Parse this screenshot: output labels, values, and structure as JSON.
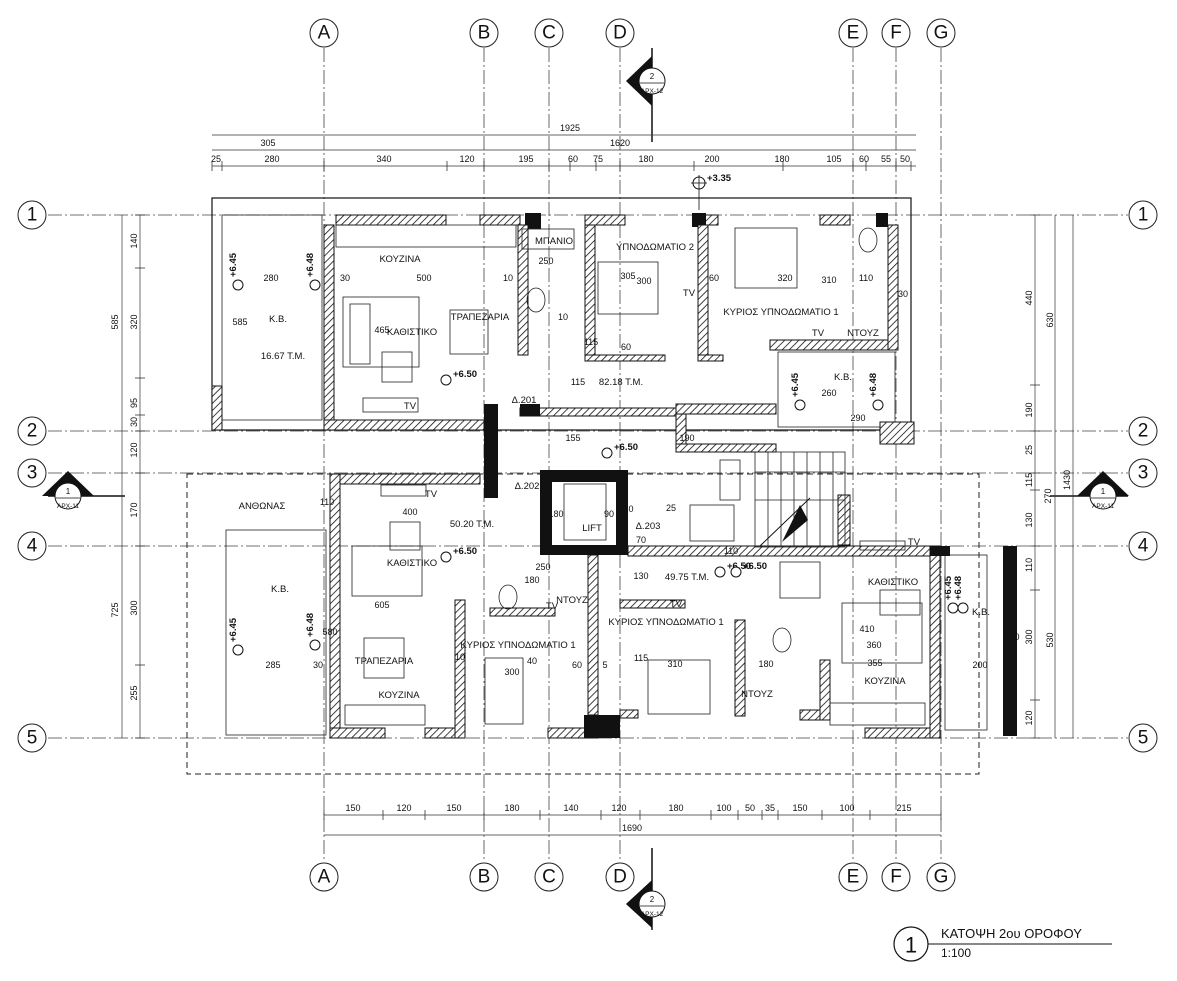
{
  "grid": {
    "columns": [
      "A",
      "B",
      "C",
      "D",
      "E",
      "F",
      "G"
    ],
    "rows": [
      "1",
      "2",
      "3",
      "4",
      "5"
    ]
  },
  "section_marks": [
    {
      "num": "2",
      "ref": "ΑΡΧ-12"
    },
    {
      "num": "2",
      "ref": "ΑΡΧ-12"
    },
    {
      "num": "1",
      "ref": "ΑΡΧ-11"
    },
    {
      "num": "1",
      "ref": "ΑΡΧ-11"
    }
  ],
  "dimensions": {
    "top_total": "1925",
    "top_sub": "1620",
    "top_row1": [
      "305"
    ],
    "top_row2": [
      "25",
      "280",
      "340",
      "120",
      "195",
      "60",
      "75",
      "180",
      "200",
      "180",
      "105",
      "60",
      "55",
      "50"
    ],
    "bottom_row": [
      "150",
      "120",
      "150",
      "180",
      "140",
      "120",
      "180",
      "100",
      "50",
      "35",
      "150",
      "100",
      "215"
    ],
    "bottom_total": "1690",
    "left_outer": [
      "585",
      "725"
    ],
    "left_inner": [
      "140",
      "320",
      "95",
      "30",
      "120",
      "170",
      "300",
      "255"
    ],
    "right_outer": [
      "630",
      "1430",
      "530"
    ],
    "right_inner": [
      "440",
      "190",
      "25",
      "115",
      "130",
      "110",
      "300",
      "120"
    ],
    "right_mid": [
      "270"
    ]
  },
  "elevations": {
    "top": "+3.35",
    "items": [
      "+6.45",
      "+6.48",
      "+6.50",
      "+6.45",
      "+6.48",
      "+6.50",
      "+6.50",
      "+6.45",
      "+6.48",
      "+6.50",
      "+6.50",
      "+6.45",
      "+6.48"
    ]
  },
  "rooms": {
    "kouzina_1": "ΚΟΥΖΙΝΑ",
    "bathroom": "ΜΠΑΝΙΟ",
    "ypnodomatio_2": "ΥΠΝΟΔΩΜΑΤΙΟ 2",
    "kyrios_1": "ΚΥΡΙΟΣ ΥΠΝΟΔΩΜΑΤΙΟ 1",
    "kathistiko_1": "ΚΑΘΙΣΤΙΚΟ",
    "trapezaria_1": "ΤΡΑΠΕΖΑΡΙΑ",
    "kb_1": "Κ.Β.",
    "kb_1_area": "16.67 Τ.Μ.",
    "ntouz_1": "ΝΤΟΥΖ",
    "apt1_area": "82.18 Τ.Μ.",
    "kb_2": "Κ.Β.",
    "d201": "Δ.201",
    "d202": "Δ.202",
    "d203": "Δ.203",
    "lift": "LIFT",
    "anthonas": "ΑΝΘΩΝΑΣ",
    "apt2_area": "50.20 Τ.Μ.",
    "kathistiko_2": "ΚΑΘΙΣΤΙΚΟ",
    "kb_3": "Κ.Β.",
    "trapezaria_2": "ΤΡΑΠΕΖΑΡΙΑ",
    "kouzina_2": "ΚΟΥΖΙΝΑ",
    "kyrios_2": "ΚΥΡΙΟΣ ΥΠΝΟΔΩΜΑΤΙΟ 1",
    "ntouz_2": "ΝΤΟΥΖ",
    "apt3_area": "49.75 Τ.Μ.",
    "kyrios_3": "ΚΥΡΙΟΣ ΥΠΝΟΔΩΜΑΤΙΟ 1",
    "ntouz_3": "ΝΤΟΥΖ",
    "kathistiko_3": "ΚΑΘΙΣΤΙΚΟ",
    "kouzina_3": "ΚΟΥΖΙΝΑ",
    "kb_4": "Κ.Β.",
    "tv": "TV"
  },
  "room_dims": [
    "280",
    "585",
    "500",
    "30",
    "465",
    "10",
    "250",
    "305",
    "300",
    "60",
    "320",
    "310",
    "110",
    "30",
    "115",
    "10",
    "60",
    "115",
    "260",
    "290",
    "155",
    "130",
    "25",
    "190",
    "180",
    "90",
    "400",
    "110",
    "580",
    "605",
    "285",
    "30",
    "250",
    "180",
    "300",
    "40",
    "70",
    "130",
    "115",
    "110",
    "360",
    "310",
    "180",
    "410",
    "355",
    "200",
    "520",
    "10",
    "60",
    "5"
  ],
  "title_block": {
    "number": "1",
    "title": "ΚΑΤΟΨΗ 2ου ΟΡΟΦΟΥ",
    "scale": "1:100"
  }
}
